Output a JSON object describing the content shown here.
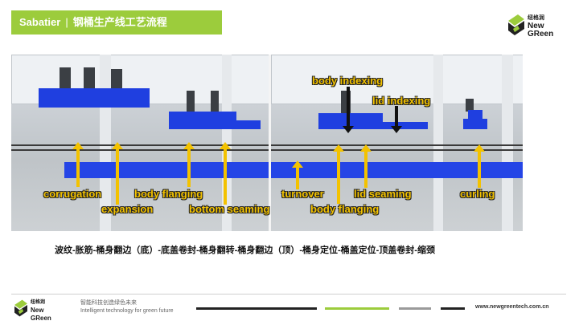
{
  "header": {
    "brand": "Sabatier",
    "separator": "|",
    "title": "钢桶生产线工艺流程"
  },
  "logo": {
    "name_cn": "纽格润",
    "name_en_1": "New",
    "name_en_2": "GReen"
  },
  "labels": {
    "corrugation": "corrugation",
    "expansion": "expansion",
    "body_flanging_left": "body flanging",
    "bottom_seaming": "bottom seaming",
    "turnover": "turnover",
    "body_indexing": "body indexing",
    "lid_indexing": "lid indexing",
    "lid_seaming": "lid seaming",
    "body_flanging_right": "body flanging",
    "curling": "curling"
  },
  "caption": "波纹-胀筋-桶身翻边（底）-底盖卷封-桶身翻转-桶身翻边（顶）-桶身定位-桶盖定位-顶盖卷封-缩颈",
  "footer": {
    "slogan_cn": "智能科技创造绿色未来",
    "slogan_en": "Intelligent technology for  green future",
    "website": "www.newgreentech.com.cn"
  },
  "colors": {
    "brand_green": "#9ccc3c",
    "machine_blue": "#1f3fe0",
    "label_yellow": "#f3c200"
  }
}
